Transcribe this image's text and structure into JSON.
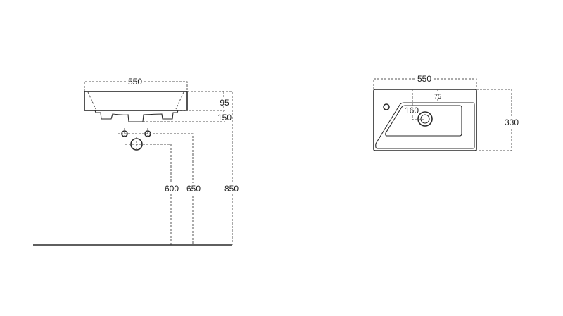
{
  "side_view": {
    "width_label": "550",
    "depth_label": "95",
    "overall_depth_label": "150",
    "pipe_height_1": "600",
    "pipe_height_2": "650",
    "mount_height": "850"
  },
  "top_view": {
    "width_label": "550",
    "depth_label": "330",
    "drain_offset_label": "160",
    "drain_edge_label": "75"
  }
}
